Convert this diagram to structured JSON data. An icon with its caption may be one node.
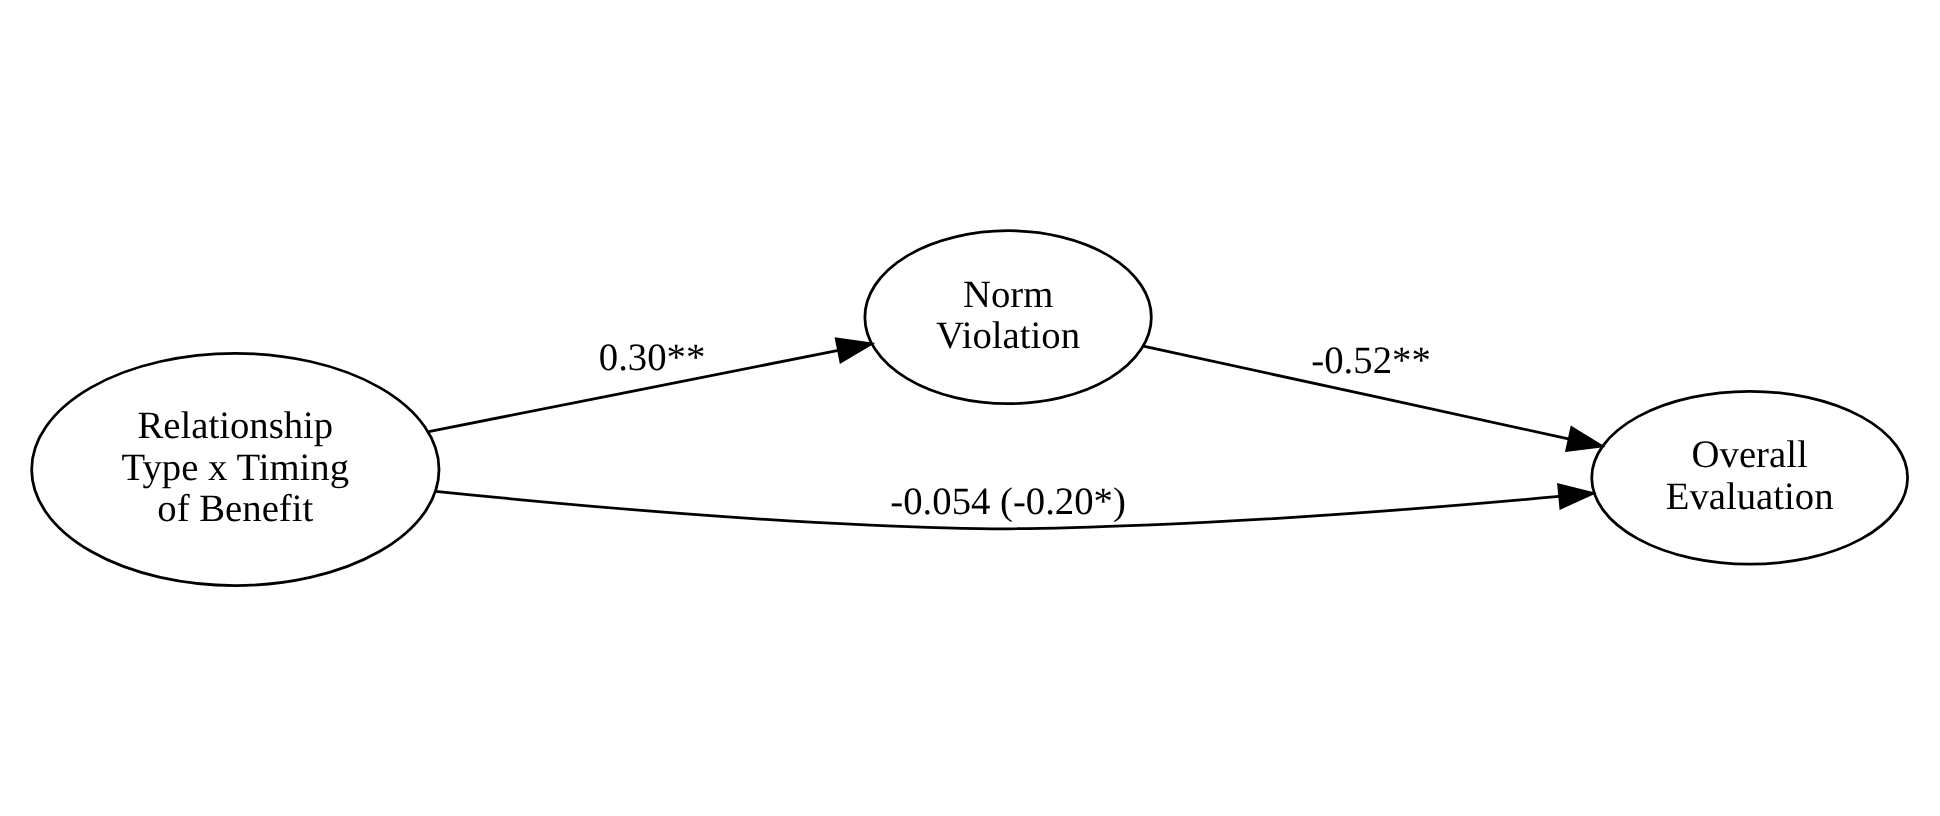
{
  "diagram": {
    "nodes": [
      {
        "text": [
          "Norm Violation"
        ]
      },
      {
        "text": [
          "Relationship Type x Timing of Benefit"
        ]
      },
      {
        "text": [
          "Overall Evaluation"
        ]
      }
    ],
    "edges": [
      {
        "from": 1,
        "to": 0,
        "arrow": "to",
        "label": "0.30**"
      },
      {
        "from": 0,
        "to": 2,
        "arrow": "to",
        "label": "-0.52**"
      },
      {
        "from": 1,
        "to": 2,
        "arrow": "to",
        "label": "-0.054 (-0.20*)"
      }
    ]
  }
}
